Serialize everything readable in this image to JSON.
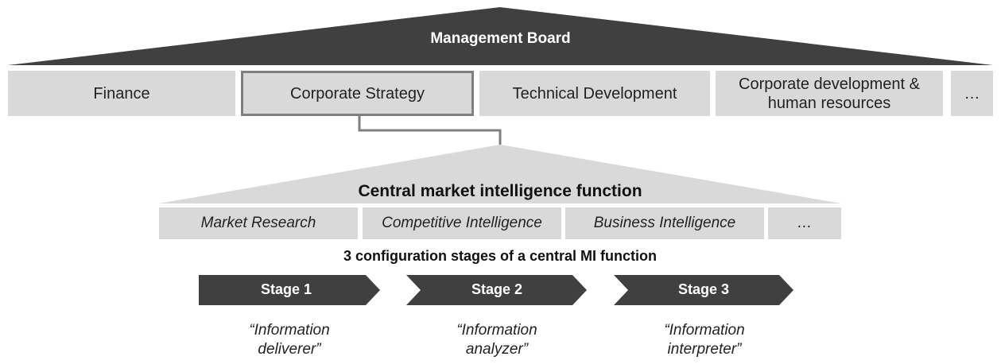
{
  "board": {
    "title": "Management Board"
  },
  "departments": [
    {
      "label": "Finance"
    },
    {
      "label": "Corporate Strategy"
    },
    {
      "label": "Technical Development"
    },
    {
      "label": "Corporate development & human resources"
    },
    {
      "label": "…"
    }
  ],
  "mi": {
    "title": "Central market intelligence function",
    "subfunctions": [
      {
        "label": "Market Research"
      },
      {
        "label": "Competitive Intelligence"
      },
      {
        "label": "Business Intelligence"
      },
      {
        "label": "…"
      }
    ]
  },
  "stages": {
    "title": "3 configuration stages of a central MI function",
    "items": [
      {
        "label": "Stage 1",
        "role": "“Information deliverer”"
      },
      {
        "label": "Stage 2",
        "role": "“Information analyzer”"
      },
      {
        "label": "Stage 3",
        "role": "“Information interpreter”"
      }
    ]
  },
  "colors": {
    "dark": "#404040",
    "box": "#d9d9d9",
    "border": "#7f7f7f",
    "light_roof": "#d9d9d9"
  }
}
